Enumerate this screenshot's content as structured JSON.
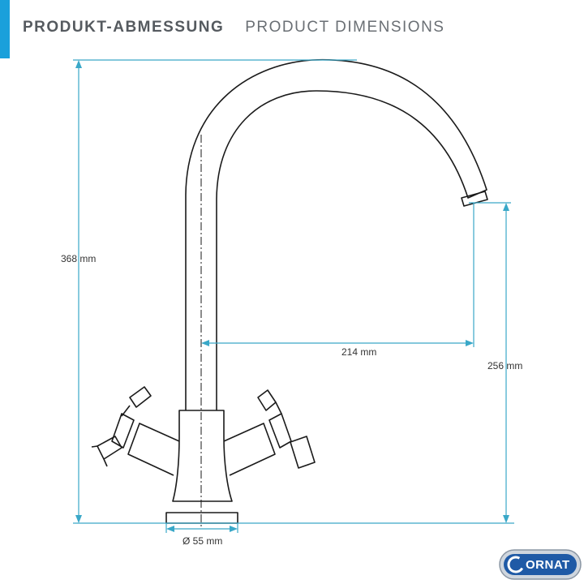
{
  "header": {
    "title_de": "PRODUKT-ABMESSUNG",
    "title_en": "PRODUCT DIMENSIONS"
  },
  "dimensions": {
    "total_height": "368 mm",
    "spout_reach": "214 mm",
    "spout_height": "256 mm",
    "base_diameter": "Ø 55 mm"
  },
  "logo": {
    "text": "ORNAT"
  },
  "colors": {
    "accent": "#1aa0db",
    "dimension_line": "#3aa8c8",
    "outline": "#1a1a1a",
    "logo_blue": "#1f5aa6"
  },
  "icons": {
    "logo": "ornat-logo",
    "drawing": "kitchen-faucet-outline"
  }
}
